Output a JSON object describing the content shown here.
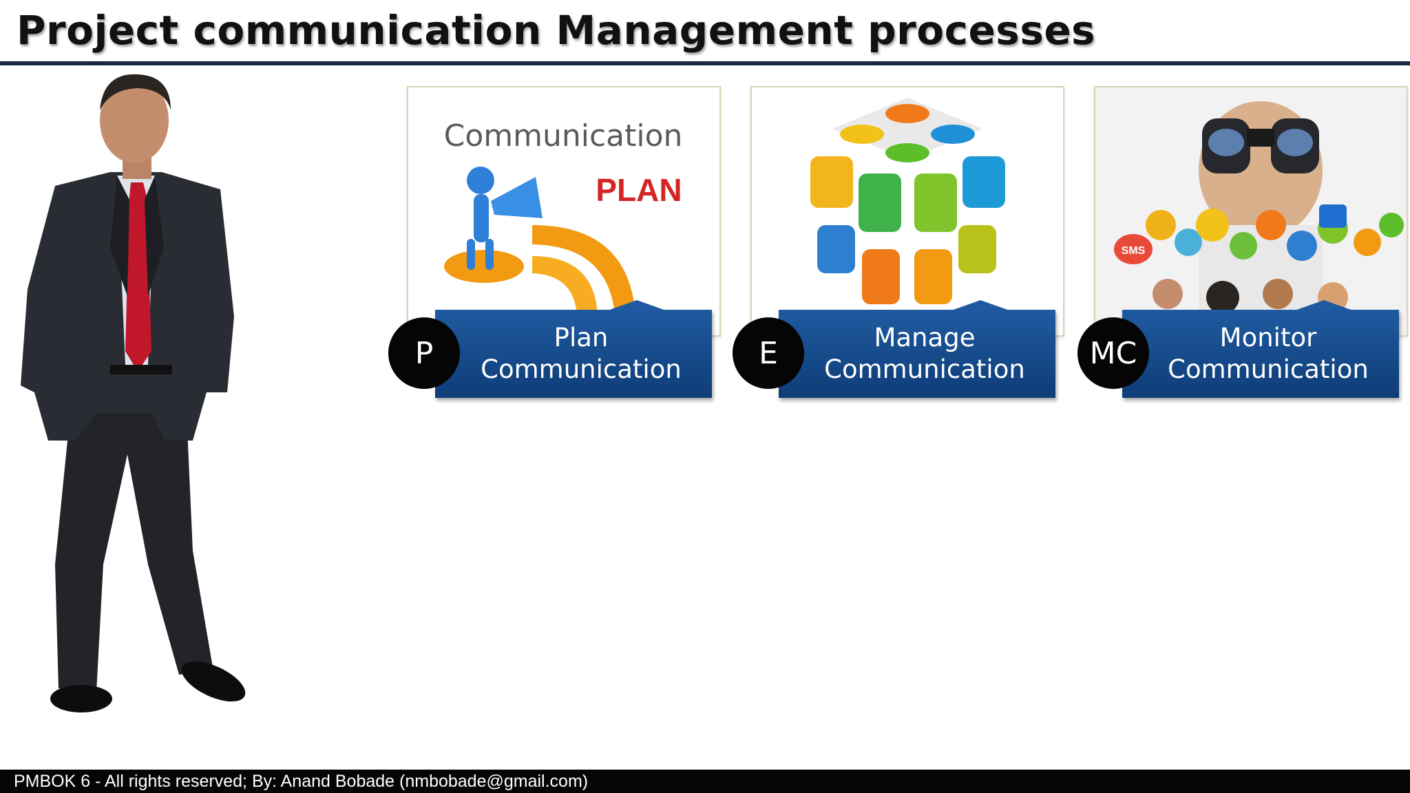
{
  "slide": {
    "title": "Project communication Management processes",
    "footer": "PMBOK 6 - All rights reserved; By: Anand Bobade (nmbobade@gmail.com)"
  },
  "processes": [
    {
      "badge": "P",
      "label_lines": [
        "Plan Communication"
      ],
      "image": {
        "icon": "megaphone-communication-plan-image",
        "text_communication": "Communication",
        "text_plan": "PLAN"
      }
    },
    {
      "badge": "E",
      "label_lines": [
        "Manage",
        "Communication"
      ],
      "image": {
        "icon": "media-icon-cube-image"
      }
    },
    {
      "badge": "MC",
      "label_lines": [
        "Monitor",
        "Communication"
      ],
      "image": {
        "icon": "binoculars-social-media-image",
        "text_sms": "SMS"
      }
    }
  ],
  "colors": {
    "title_rule": "#1a2a44",
    "label_box": "#1f5aa0",
    "badge": "#050505",
    "footer": "#050505"
  }
}
